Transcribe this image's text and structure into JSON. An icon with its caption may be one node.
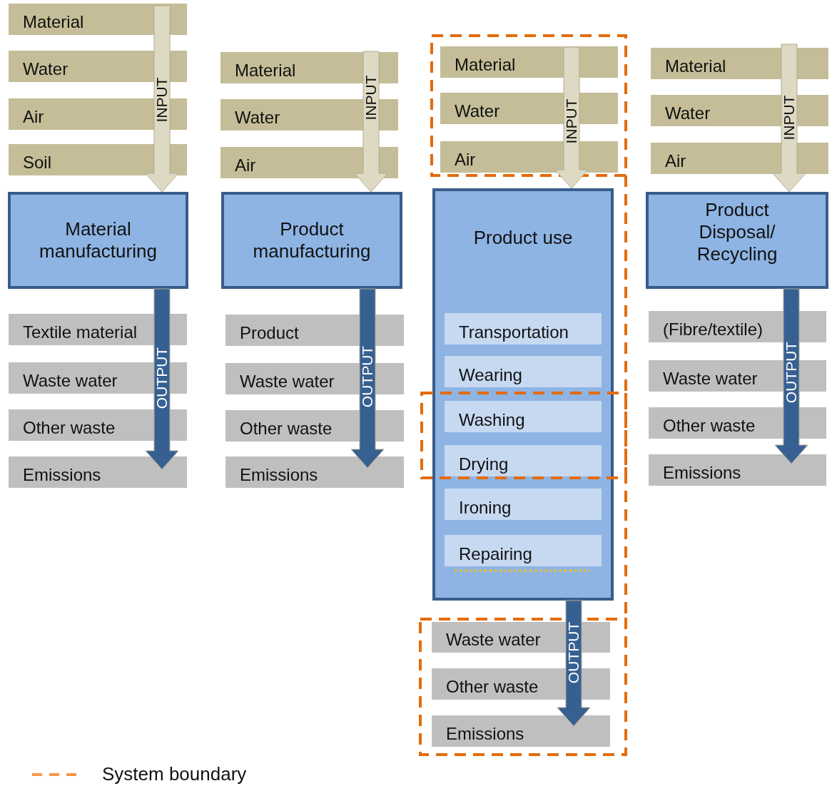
{
  "diagram": {
    "nodes": [
      {
        "text": [
          "Material"
        ]
      },
      {
        "text": [
          "Water"
        ]
      },
      {
        "text": [
          "Air"
        ]
      },
      {
        "text": [
          "Soil"
        ]
      },
      {
        "text": [
          "Material manufacturing"
        ]
      },
      {
        "text": [
          "Textile material"
        ]
      },
      {
        "text": [
          "Waste water"
        ]
      },
      {
        "text": [
          "Other waste"
        ]
      },
      {
        "text": [
          "Emissions"
        ]
      },
      {
        "text": [
          "Material"
        ]
      },
      {
        "text": [
          "Water"
        ]
      },
      {
        "text": [
          "Air"
        ]
      },
      {
        "text": [
          "Product manufacturing"
        ]
      },
      {
        "text": [
          "Product"
        ]
      },
      {
        "text": [
          "Waste water"
        ]
      },
      {
        "text": [
          "Other waste"
        ]
      },
      {
        "text": [
          "Emissions"
        ]
      },
      {
        "text": [
          "Material"
        ]
      },
      {
        "text": [
          "Water"
        ]
      },
      {
        "text": [
          "Air"
        ]
      },
      {
        "text": [
          "Product use"
        ]
      },
      {
        "text": [
          "Transportation"
        ],
        "in": 20
      },
      {
        "text": [
          "Wearing"
        ],
        "in": 20
      },
      {
        "text": [
          "Washing"
        ],
        "in": 20
      },
      {
        "text": [
          "Drying"
        ],
        "in": 20
      },
      {
        "text": [
          "Ironing"
        ],
        "in": 20
      },
      {
        "text": [
          "Repairing"
        ],
        "in": 20
      },
      {
        "text": [
          "Waste water"
        ]
      },
      {
        "text": [
          "Other waste"
        ]
      },
      {
        "text": [
          "Emissions"
        ]
      },
      {
        "text": [
          "Material"
        ]
      },
      {
        "text": [
          "Water"
        ]
      },
      {
        "text": [
          "Air"
        ]
      },
      {
        "text": [
          "Product Disposal/ Recycling"
        ]
      },
      {
        "text": [
          "(Fibre/textile)"
        ]
      },
      {
        "text": [
          "Waste water"
        ]
      },
      {
        "text": [
          "Other waste"
        ]
      },
      {
        "text": [
          "Emissions"
        ]
      }
    ],
    "edges": [
      {
        "from": null,
        "to": 4,
        "arrow": "to",
        "label": "INPUT",
        "color": "#ddd9c3"
      },
      {
        "from": 4,
        "to": null,
        "arrow": "to",
        "label": "OUTPUT",
        "color": "#376092"
      },
      {
        "from": null,
        "to": 12,
        "arrow": "to",
        "label": "INPUT",
        "color": "#ddd9c3"
      },
      {
        "from": 12,
        "to": null,
        "arrow": "to",
        "label": "OUTPUT",
        "color": "#376092"
      },
      {
        "from": null,
        "to": 20,
        "arrow": "to",
        "label": "INPUT",
        "color": "#ddd9c3"
      },
      {
        "from": 20,
        "to": null,
        "arrow": "to",
        "label": "OUTPUT",
        "color": "#376092"
      },
      {
        "from": null,
        "to": 33,
        "arrow": "to",
        "label": "INPUT",
        "color": "#ddd9c3"
      },
      {
        "from": 33,
        "to": null,
        "arrow": "to",
        "label": "OUTPUT",
        "color": "#376092"
      }
    ],
    "legend": [
      {
        "text": "System boundary"
      }
    ]
  }
}
